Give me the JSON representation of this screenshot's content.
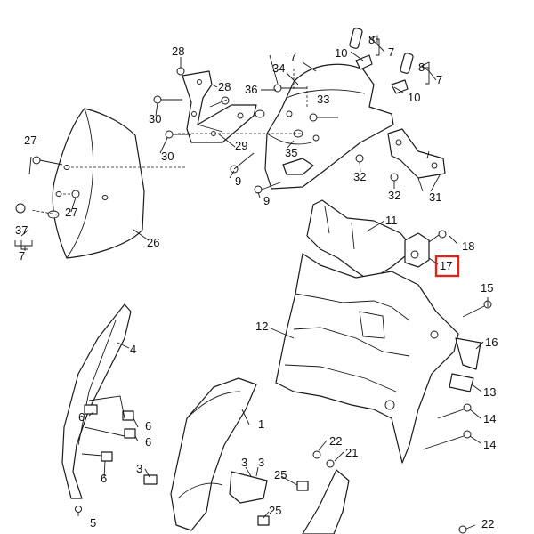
{
  "highlight_color": "#e0231d",
  "callouts": {
    "c1": "1",
    "c3a": "3",
    "c3b": "3",
    "c3c": "3",
    "c4": "4",
    "c5": "5",
    "c6a": "6",
    "c6b": "6",
    "c6c": "6",
    "c6d": "6",
    "c7a": "7",
    "c7b": "7",
    "c7c": "7",
    "c7d": "7",
    "c8a": "8",
    "c8b": "8",
    "c9a": "9",
    "c9b": "9",
    "c10a": "10",
    "c10b": "10",
    "c11": "11",
    "c12": "12",
    "c13": "13",
    "c14a": "14",
    "c14b": "14",
    "c15": "15",
    "c16": "16",
    "c17": "17",
    "c18": "18",
    "c21": "21",
    "c22a": "22",
    "c22b": "22",
    "c25a": "25",
    "c25b": "25",
    "c26": "26",
    "c27a": "27",
    "c27b": "27",
    "c28a": "28",
    "c28b": "28",
    "c29": "29",
    "c30a": "30",
    "c30b": "30",
    "c31": "31",
    "c32a": "32",
    "c32b": "32",
    "c33": "33",
    "c34": "34",
    "c35": "35",
    "c36": "36",
    "c37": "37"
  }
}
